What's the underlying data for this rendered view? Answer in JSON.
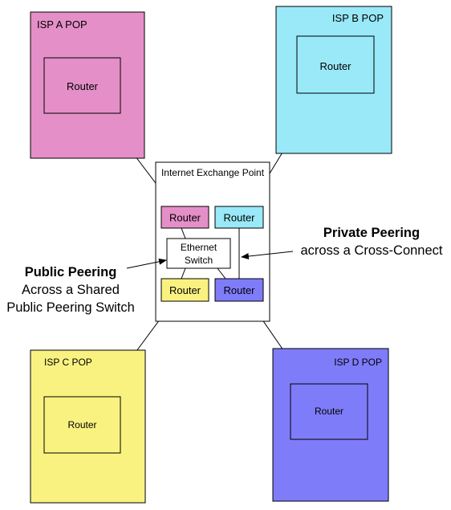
{
  "colors": {
    "isp_a": "#E48FC8",
    "isp_b": "#99E9F8",
    "isp_c": "#F9F281",
    "isp_d": "#7F7CFA",
    "ixp": "#FFFFFF",
    "stroke": "#000000"
  },
  "pops": {
    "a": {
      "title": "ISP A POP",
      "router_label": "Router"
    },
    "b": {
      "title": "ISP B POP",
      "router_label": "Router"
    },
    "c": {
      "title": "ISP C POP",
      "router_label": "Router"
    },
    "d": {
      "title": "ISP D POP",
      "router_label": "Router"
    }
  },
  "ixp": {
    "title": "Internet Exchange Point",
    "router_a_label": "Router",
    "router_b_label": "Router",
    "router_c_label": "Router",
    "router_d_label": "Router",
    "switch_line1": "Ethernet",
    "switch_line2": "Switch"
  },
  "annotations": {
    "private": {
      "title": "Private Peering",
      "line1": "across a Cross-Connect"
    },
    "public": {
      "title": "Public Peering",
      "line1": "Across a Shared",
      "line2": "Public Peering Switch"
    }
  }
}
